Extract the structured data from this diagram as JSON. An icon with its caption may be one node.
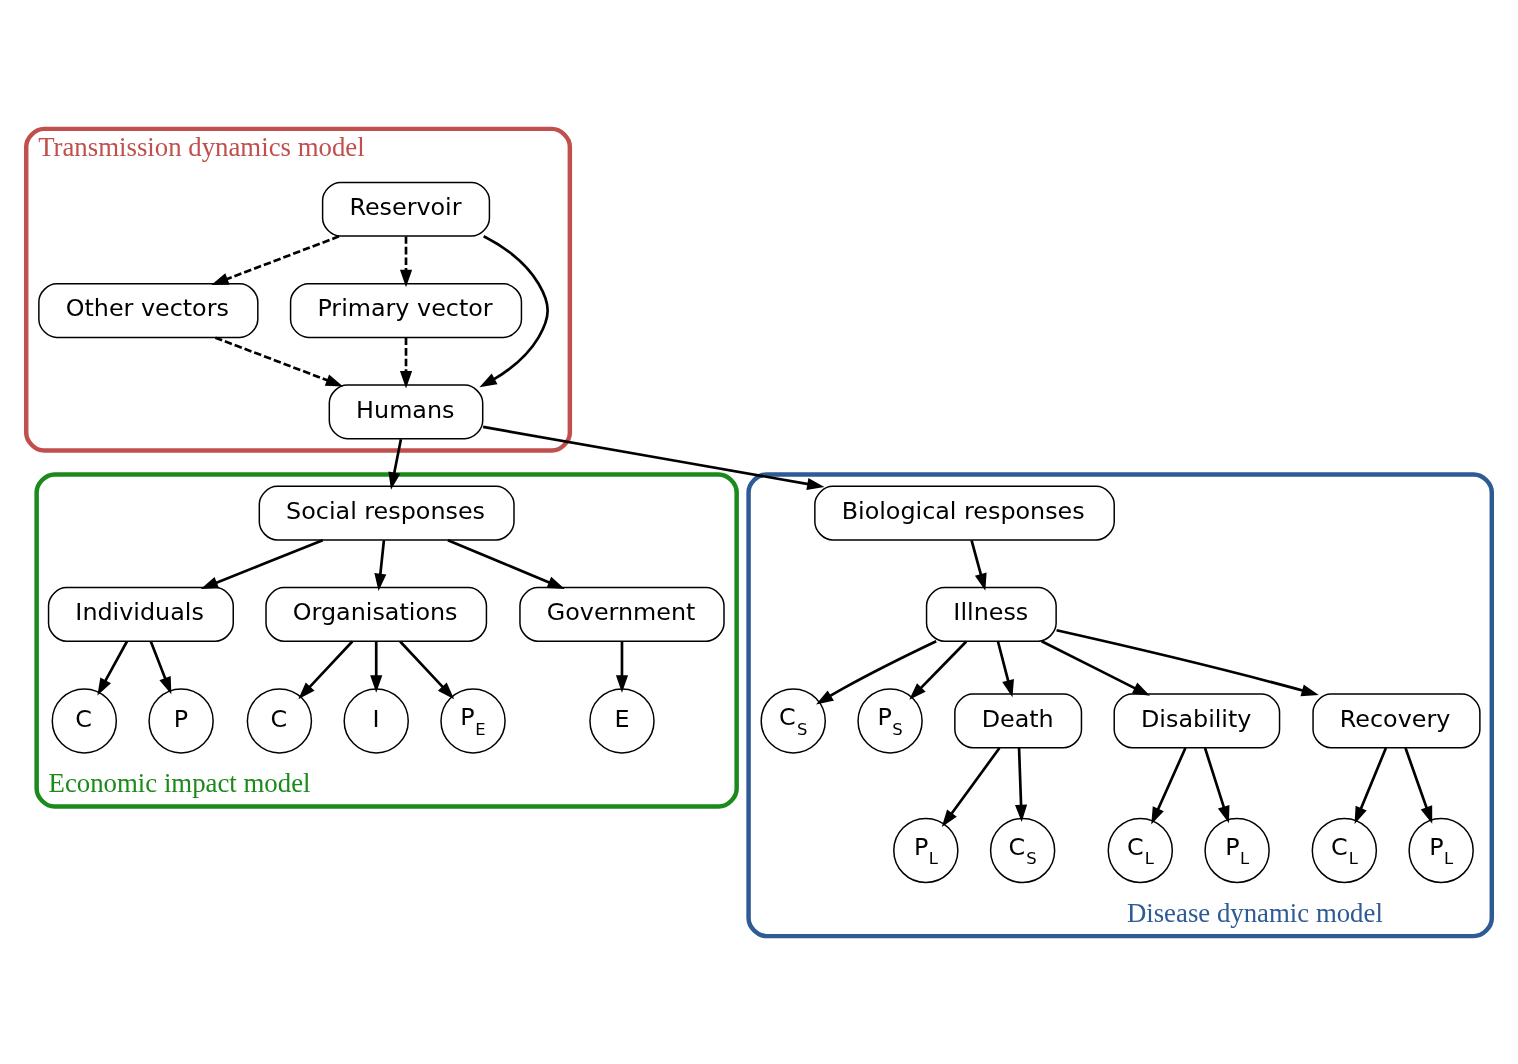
{
  "diagram": {
    "nodes": [
      {
        "text": [
          "Transmission dynamics model"
        ]
      },
      {
        "text": [
          "Reservoir"
        ],
        "in": 0
      },
      {
        "text": [
          "Other vectors"
        ],
        "in": 0
      },
      {
        "text": [
          "Primary vector"
        ],
        "in": 0
      },
      {
        "text": [
          "Humans"
        ],
        "in": 0
      },
      {
        "text": [
          "Economic impact model"
        ]
      },
      {
        "text": [
          "Social responses"
        ],
        "in": 5
      },
      {
        "text": [
          "Individuals"
        ],
        "in": 5
      },
      {
        "text": [
          "Organisations"
        ],
        "in": 5
      },
      {
        "text": [
          "Government"
        ],
        "in": 5
      },
      {
        "text": [
          "C"
        ],
        "in": 5
      },
      {
        "text": [
          "P"
        ],
        "in": 5
      },
      {
        "text": [
          "C"
        ],
        "in": 5
      },
      {
        "text": [
          "I"
        ],
        "in": 5
      },
      {
        "text": [
          "P$_{E}$"
        ],
        "in": 5
      },
      {
        "text": [
          "E"
        ],
        "in": 5
      },
      {
        "text": [
          "Disease dynamic model"
        ]
      },
      {
        "text": [
          "Biological responses"
        ],
        "in": 16
      },
      {
        "text": [
          "Illness"
        ],
        "in": 16
      },
      {
        "text": [
          "C$_{S}$"
        ],
        "in": 16
      },
      {
        "text": [
          "P$_{S}$"
        ],
        "in": 16
      },
      {
        "text": [
          "Death"
        ],
        "in": 16
      },
      {
        "text": [
          "Disability"
        ],
        "in": 16
      },
      {
        "text": [
          "Recovery"
        ],
        "in": 16
      },
      {
        "text": [
          "P$_{L}$"
        ],
        "in": 16
      },
      {
        "text": [
          "C$_{S}$"
        ],
        "in": 16
      },
      {
        "text": [
          "C$_{L}$"
        ],
        "in": 16
      },
      {
        "text": [
          "P$_{L}$"
        ],
        "in": 16
      },
      {
        "text": [
          "C$_{L}$"
        ],
        "in": 16
      },
      {
        "text": [
          "P$_{L}$"
        ],
        "in": 16
      }
    ],
    "edges": [
      {
        "from": 1,
        "to": 2,
        "arrow": "to",
        "style": "dashed"
      },
      {
        "from": 1,
        "to": 3,
        "arrow": "to",
        "style": "dashed"
      },
      {
        "from": 1,
        "to": 4,
        "arrow": "to"
      },
      {
        "from": 2,
        "to": 4,
        "arrow": "to",
        "style": "dashed"
      },
      {
        "from": 3,
        "to": 4,
        "arrow": "to",
        "style": "dashed"
      },
      {
        "from": 4,
        "to": 6,
        "arrow": "to"
      },
      {
        "from": 4,
        "to": 17,
        "arrow": "to"
      },
      {
        "from": 6,
        "to": 7,
        "arrow": "to"
      },
      {
        "from": 6,
        "to": 8,
        "arrow": "to"
      },
      {
        "from": 6,
        "to": 9,
        "arrow": "to"
      },
      {
        "from": 7,
        "to": 10,
        "arrow": "to"
      },
      {
        "from": 7,
        "to": 11,
        "arrow": "to"
      },
      {
        "from": 8,
        "to": 12,
        "arrow": "to"
      },
      {
        "from": 8,
        "to": 14,
        "arrow": "to"
      },
      {
        "from": 8,
        "to": 13,
        "arrow": "to"
      },
      {
        "from": 9,
        "to": 15,
        "arrow": "to"
      },
      {
        "from": 17,
        "to": 18,
        "arrow": "to"
      },
      {
        "from": 18,
        "to": 19,
        "arrow": "to"
      },
      {
        "from": 18,
        "to": 20,
        "arrow": "to"
      },
      {
        "from": 18,
        "to": 21,
        "arrow": "to"
      },
      {
        "from": 18,
        "to": 22,
        "arrow": "to"
      },
      {
        "from": 18,
        "to": 23,
        "arrow": "to"
      },
      {
        "from": 21,
        "to": 24,
        "arrow": "to"
      },
      {
        "from": 21,
        "to": 25,
        "arrow": "to"
      },
      {
        "from": 22,
        "to": 26,
        "arrow": "to"
      },
      {
        "from": 22,
        "to": 27,
        "arrow": "to"
      },
      {
        "from": 23,
        "to": 28,
        "arrow": "to"
      },
      {
        "from": 23,
        "to": 29,
        "arrow": "to"
      }
    ]
  }
}
